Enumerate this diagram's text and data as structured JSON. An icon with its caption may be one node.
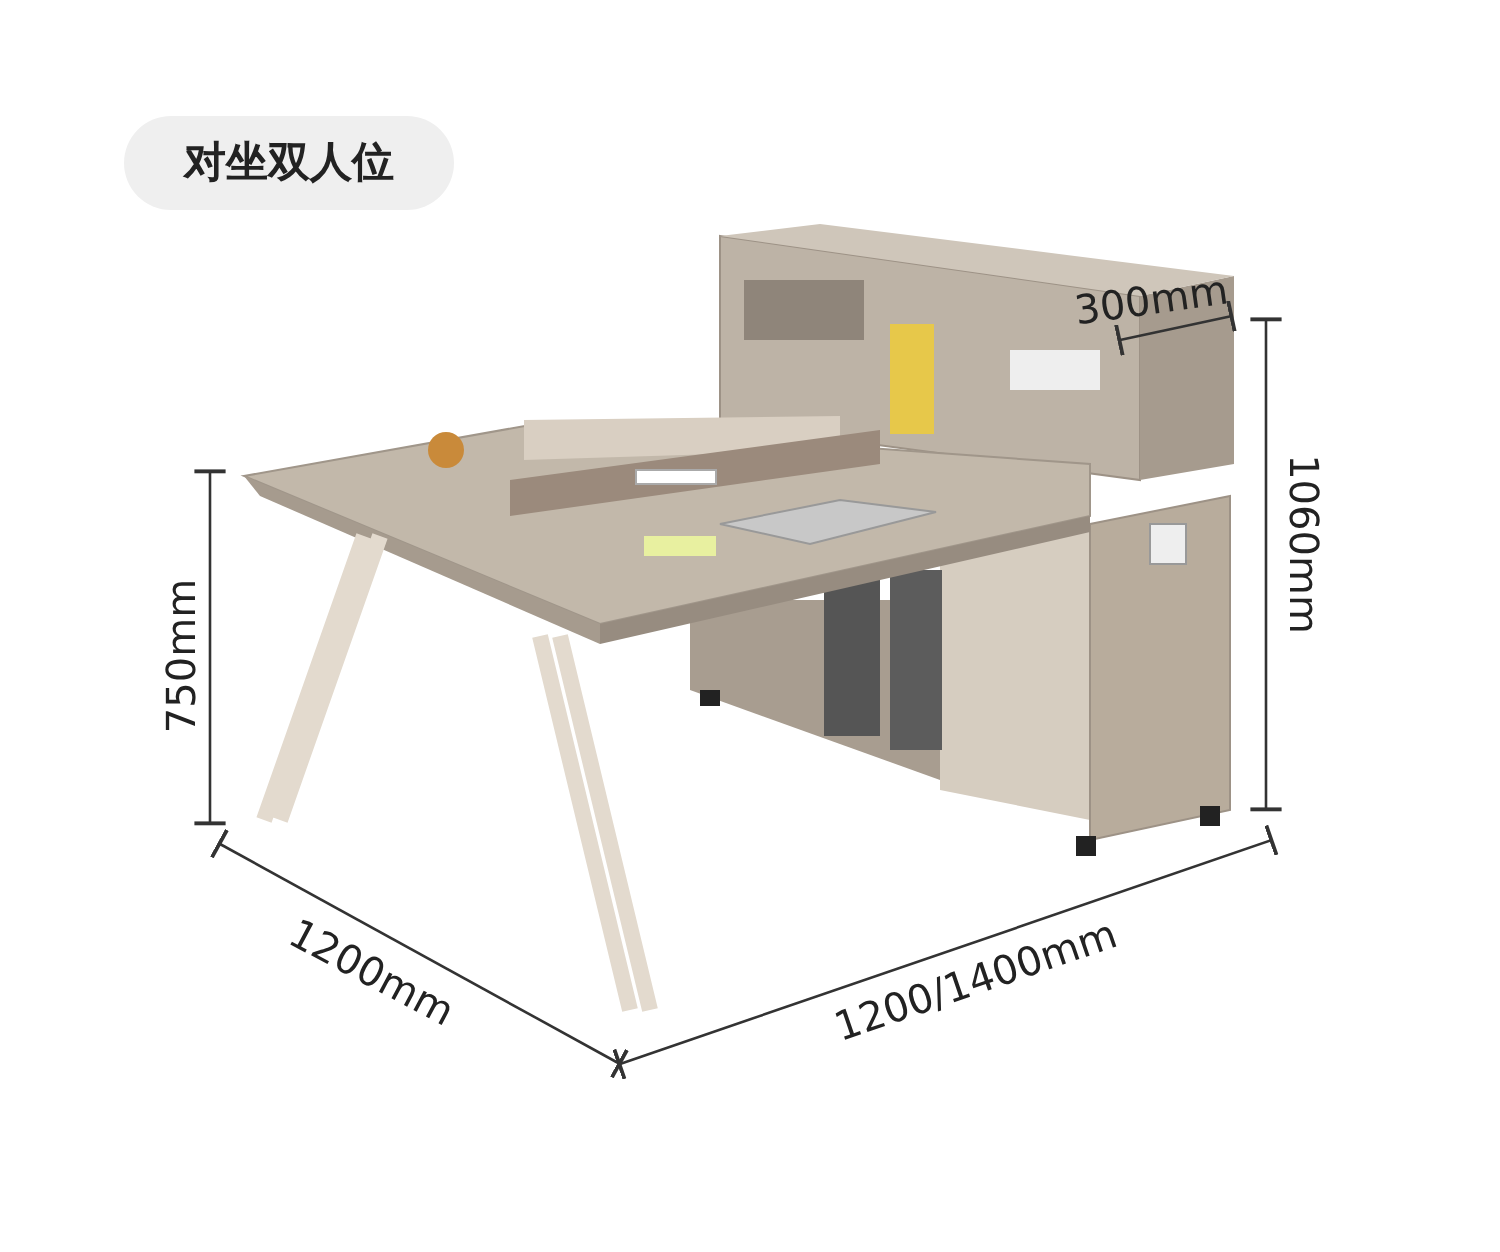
{
  "diagram": {
    "title": "对坐双人位",
    "labels": [
      "300mm",
      "1060mm",
      "750mm",
      "1200mm",
      "1200/1400mm"
    ]
  }
}
